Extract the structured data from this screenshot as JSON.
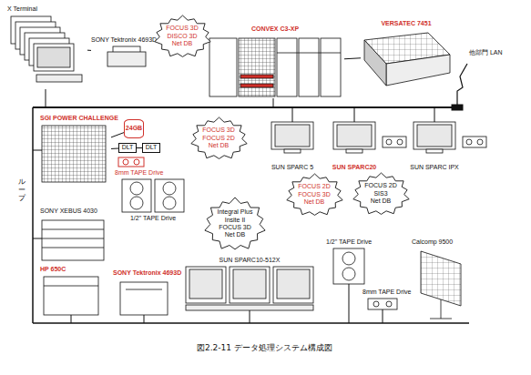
{
  "diagram": {
    "caption": "図2.2-11 データ処理システム構成図",
    "nodes": [
      {
        "text": [
          "X Terminal"
        ]
      },
      {
        "text": [
          "SONY Tektronix 4693D"
        ]
      },
      {
        "text": [
          "FOCUS 3D",
          "DISCO 3D",
          "Net DB"
        ]
      },
      {
        "text": [
          "CONVEX C3-XP"
        ]
      },
      {
        "text": [
          "VERSATEC 7451"
        ]
      },
      {
        "text": [
          "SGI POWER CHALLENGE"
        ]
      },
      {
        "text": [
          "24GB"
        ]
      },
      {
        "text": [
          "DLT"
        ]
      },
      {
        "text": [
          "DLT"
        ]
      },
      {
        "text": [
          "FOCUS 3D",
          "FOCUS 2D",
          "Net DB"
        ]
      },
      {
        "text": [
          "SUN SPARC 5"
        ]
      },
      {
        "text": [
          "SUN SPARC20"
        ]
      },
      {
        "text": [
          "SUN SPARC IPX"
        ]
      },
      {
        "text": [
          "8mm TAPE Drive"
        ]
      },
      {
        "text": [
          "1/2\" TAPE Drive"
        ]
      },
      {
        "text": [
          "SONY XEBUS 4030"
        ]
      },
      {
        "text": [
          "FOCUS 2D",
          "FOCUS 3D",
          "Net DB"
        ]
      },
      {
        "text": [
          "FOCUS 2D",
          "SIS3",
          "Net DB"
        ]
      },
      {
        "text": [
          "Integral Plus",
          "Insite II",
          "FOCUS 3D",
          "Net DB"
        ]
      },
      {
        "text": [
          "SUN SPARC10-512X"
        ]
      },
      {
        "text": [
          "HP 650C"
        ]
      },
      {
        "text": [
          "SONY Tektronix 4693D"
        ]
      },
      {
        "text": [
          "1/2\" TAPE Drive"
        ]
      },
      {
        "text": [
          "8mm TAPE Drive"
        ]
      },
      {
        "text": [
          "Calcomp 9500"
        ]
      }
    ],
    "edges": [
      {
        "from": 0,
        "to": 1,
        "arrow": "none"
      },
      {
        "from": 3,
        "to": 4,
        "arrow": "none"
      },
      {
        "from": 5,
        "to": 6,
        "arrow": "none"
      },
      {
        "from": 5,
        "to": 7,
        "arrow": "none"
      },
      {
        "from": 7,
        "to": 8,
        "arrow": "none"
      }
    ],
    "labels": [
      "他部門 LAN",
      "ループ"
    ]
  }
}
